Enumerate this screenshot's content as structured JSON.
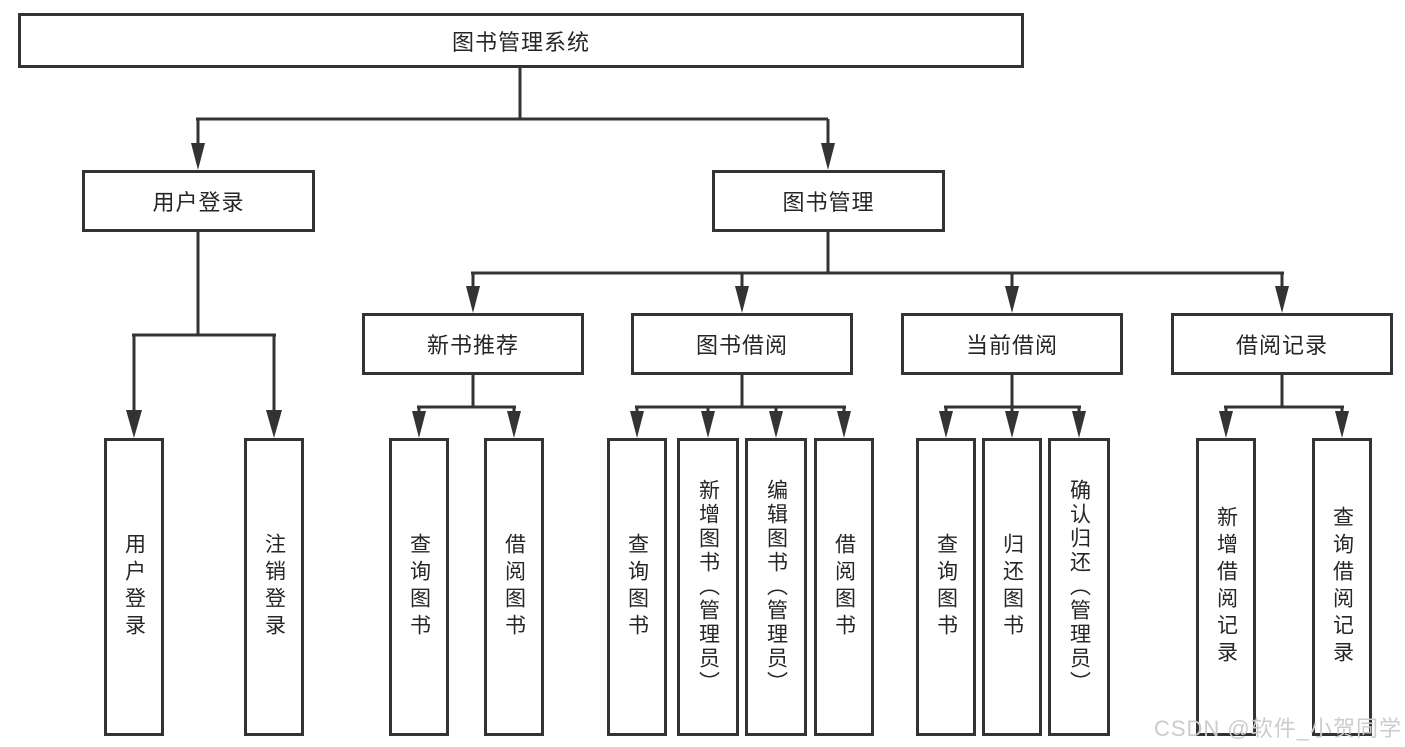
{
  "diagram": {
    "root": "图书管理系统",
    "branches": [
      {
        "label": "用户登录",
        "children": [
          "用户登录",
          "注销登录"
        ]
      },
      {
        "label": "图书管理"
      }
    ],
    "level3": [
      {
        "label": "新书推荐",
        "children": [
          "查询图书",
          "借阅图书"
        ]
      },
      {
        "label": "图书借阅",
        "children": [
          "查询图书",
          "新增图书（管理员）",
          "编辑图书（管理员）",
          "借阅图书"
        ]
      },
      {
        "label": "当前借阅",
        "children": [
          "查询图书",
          "归还图书",
          "确认归还（管理员）"
        ]
      },
      {
        "label": "借阅记录",
        "children": [
          "新增借阅记录",
          "查询借阅记录"
        ]
      }
    ]
  },
  "watermark": "CSDN @软件_小贺同学",
  "colors": {
    "line": "#333333",
    "text": "#262626",
    "background": "#ffffff",
    "watermark": "#cccccc"
  }
}
